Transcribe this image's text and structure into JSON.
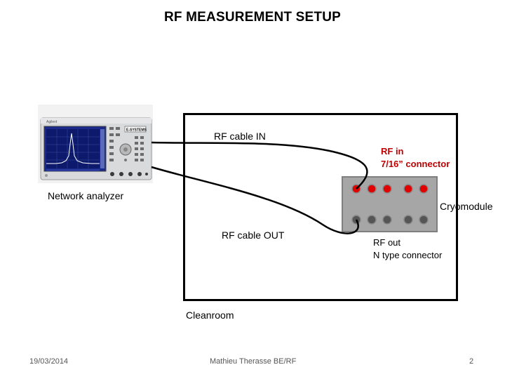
{
  "title": "RF MEASUREMENT SETUP",
  "labels": {
    "rf_cable_in": "RF cable IN",
    "rf_in_line1": "RF in",
    "rf_in_line2": "7/16” connector",
    "network_analyzer": "Network analyzer",
    "cryomodule": "Cryomodule",
    "rf_cable_out": "RF cable OUT",
    "rf_out_line1": "RF out",
    "rf_out_line2": "N type connector",
    "cleanroom": "Cleanroom"
  },
  "analyzer_brand": "Agilent",
  "analyzer_badge": "E-SYSTEMS",
  "footer": {
    "date": "19/03/2014",
    "author": "Mathieu Therasse BE/RF",
    "page": "2"
  },
  "colors": {
    "rf_in_text": "#c00000",
    "connector_red": "#e00000",
    "connector_gray": "#555555",
    "cryomodule_fill": "#a6a6a6"
  }
}
